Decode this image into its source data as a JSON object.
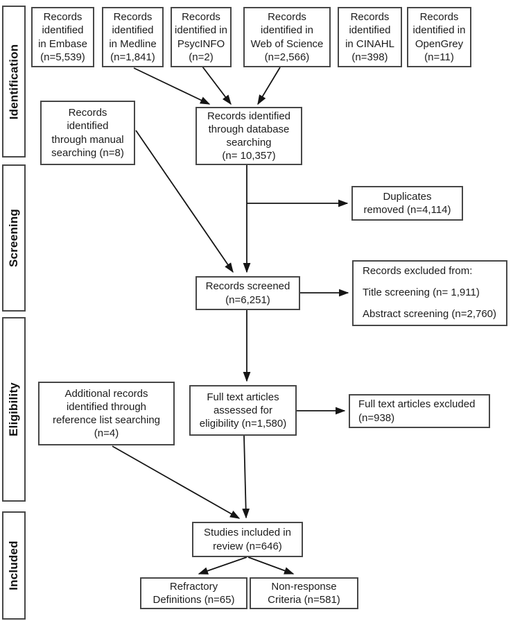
{
  "sidebar": {
    "stages": [
      {
        "label": "Identification"
      },
      {
        "label": "Screening"
      },
      {
        "label": "Eligibility"
      },
      {
        "label": "Included"
      }
    ]
  },
  "boxes": {
    "embase": {
      "lines": [
        "Records",
        "identified",
        "in Embase",
        "(n=5,539)"
      ]
    },
    "medline": {
      "lines": [
        "Records",
        "identified",
        "in Medline",
        "(n=1,841)"
      ]
    },
    "psycinfo": {
      "lines": [
        "Records",
        "identified in",
        "PsycINFO",
        "(n=2)"
      ]
    },
    "web_of_science": {
      "lines": [
        "Records",
        "identified in",
        "Web of Science",
        "(n=2,566)"
      ]
    },
    "cinahl": {
      "lines": [
        "Records",
        "identified",
        "in CINAHL",
        "(n=398)"
      ]
    },
    "opengrey": {
      "lines": [
        "Records",
        "identified in",
        "OpenGrey",
        "(n=11)"
      ]
    },
    "manual_searching": {
      "lines": [
        "Records",
        "identified",
        "through manual",
        "searching (n=8)"
      ]
    },
    "database_searching": {
      "lines": [
        "Records identified",
        "through database",
        "searching",
        "(n= 10,357)"
      ]
    },
    "duplicates_removed": {
      "lines": [
        "Duplicates",
        "removed (n=4,114)"
      ]
    },
    "records_screened": {
      "lines": [
        "Records screened",
        "(n=6,251)"
      ]
    },
    "records_excluded": {
      "lines": [
        "Records excluded from:",
        "Title screening (n= 1,911)",
        "Abstract screening (n=2,760)"
      ]
    },
    "additional_records": {
      "lines": [
        "Additional records",
        "identified through",
        "reference list searching",
        "(n=4)"
      ]
    },
    "full_text_assessed": {
      "lines": [
        "Full text articles",
        "assessed for",
        "eligibility (n=1,580)"
      ]
    },
    "full_text_excluded": {
      "lines": [
        "Full text articles excluded",
        "(n=938)"
      ]
    },
    "studies_included": {
      "lines": [
        "Studies included in",
        "review (n=646)"
      ]
    },
    "refractory": {
      "lines": [
        "Refractory",
        "Definitions (n=65)"
      ]
    },
    "non_response": {
      "lines": [
        "Non-response",
        "Criteria (n=581)"
      ]
    }
  },
  "colors": {
    "box_border": "#474747",
    "arrow": "#151515",
    "text": "#1c1c1c",
    "background": "#ffffff"
  }
}
